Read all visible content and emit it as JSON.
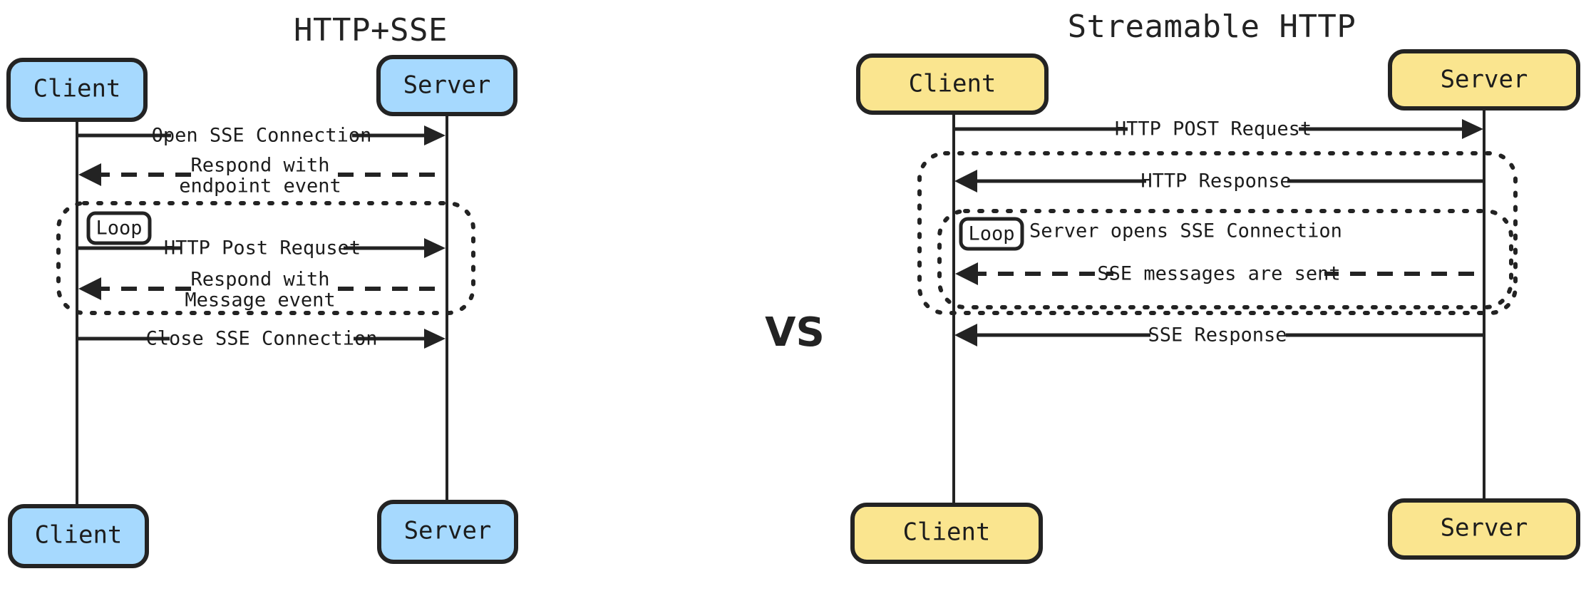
{
  "diagram": {
    "type": "sequence-diagram-comparison",
    "background": "#ffffff",
    "separator_label": "VS",
    "colors": {
      "left_actor_fill": "#a6d9fe",
      "right_actor_fill": "#fae58f",
      "stroke": "#232323",
      "text": "#1c1c1c"
    },
    "panels": [
      {
        "id": "http-sse",
        "title": "HTTP+SSE",
        "actor_fill": "#a6d9fe",
        "actors": [
          {
            "id": "client",
            "label": "Client"
          },
          {
            "id": "server",
            "label": "Server"
          }
        ],
        "messages": [
          {
            "index": 0,
            "label": "Open SSE Connection",
            "from": "client",
            "to": "server",
            "direction": "right",
            "style": "solid"
          },
          {
            "index": 1,
            "label": "Respond with\nendpoint event",
            "line1": "Respond with",
            "line2": "endpoint event",
            "from": "server",
            "to": "client",
            "direction": "left",
            "style": "dashed"
          },
          {
            "index": 2,
            "label": "HTTP Post Requset",
            "from": "client",
            "to": "server",
            "direction": "right",
            "style": "solid",
            "in_loop": true
          },
          {
            "index": 3,
            "label": "Respond with\nMessage event",
            "line1": "Respond with",
            "line2": "Message event",
            "from": "server",
            "to": "client",
            "direction": "left",
            "style": "dashed",
            "in_loop": true
          },
          {
            "index": 4,
            "label": "Close SSE Connection",
            "from": "client",
            "to": "server",
            "direction": "right",
            "style": "solid"
          }
        ],
        "loop": {
          "tag": "Loop",
          "caption": ""
        }
      },
      {
        "id": "streamable-http",
        "title": "Streamable HTTP",
        "actor_fill": "#fae58f",
        "actors": [
          {
            "id": "client",
            "label": "Client"
          },
          {
            "id": "server",
            "label": "Server"
          }
        ],
        "messages": [
          {
            "index": 0,
            "label": "HTTP POST Request",
            "from": "client",
            "to": "server",
            "direction": "right",
            "style": "solid"
          },
          {
            "index": 1,
            "label": "HTTP Response",
            "from": "server",
            "to": "client",
            "direction": "left",
            "style": "solid",
            "in_outer_frame": true
          },
          {
            "index": 2,
            "label": "SSE messages are sent",
            "from": "server",
            "to": "client",
            "direction": "left",
            "style": "dashed",
            "in_loop": true
          },
          {
            "index": 3,
            "label": "SSE Response",
            "from": "server",
            "to": "client",
            "direction": "left",
            "style": "solid"
          }
        ],
        "loop": {
          "tag": "Loop",
          "caption": "Server opens SSE Connection"
        }
      }
    ]
  }
}
